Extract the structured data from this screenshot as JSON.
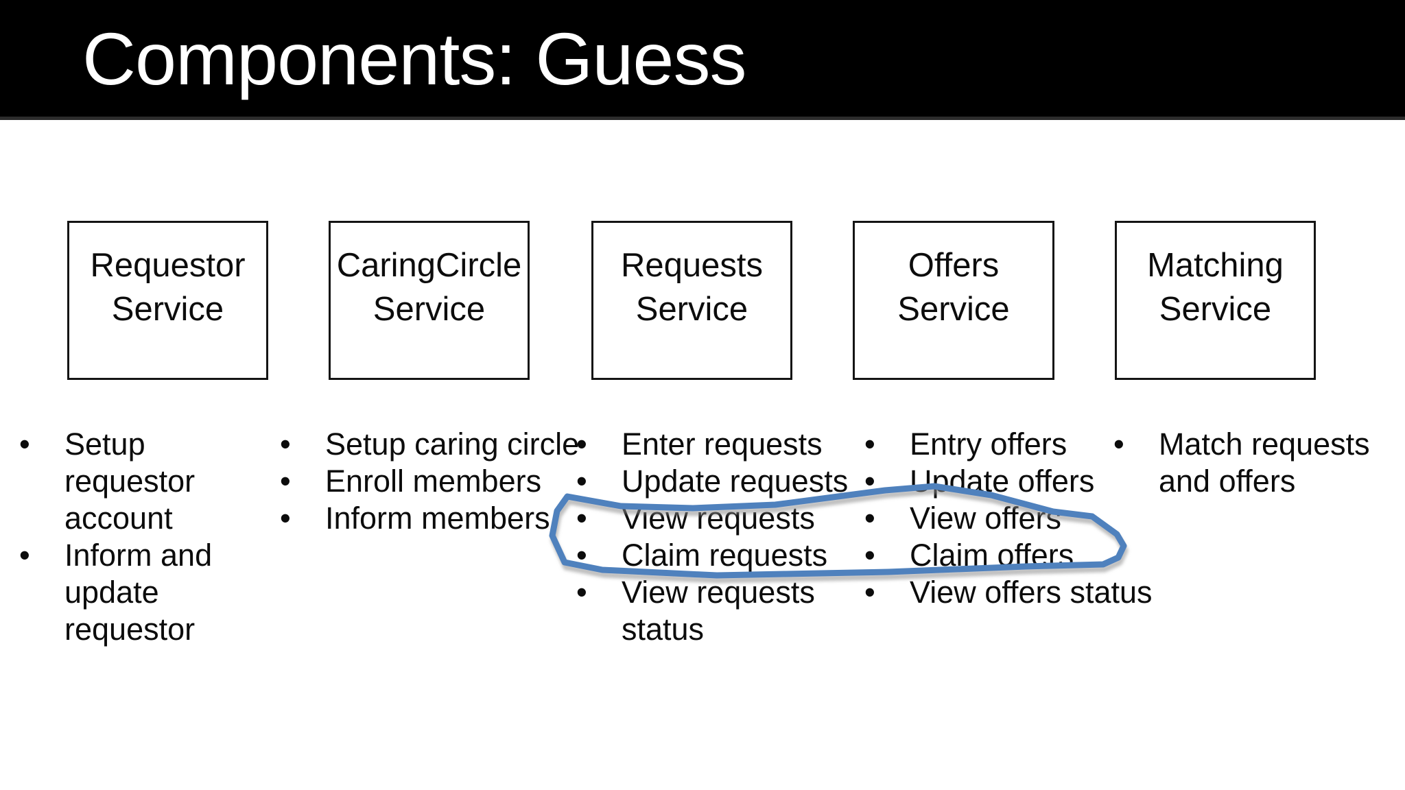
{
  "slide": {
    "title": "Components: Guess",
    "bullet_glyph": "•",
    "colors": {
      "header_background": "#000000",
      "title_text": "#ffffff",
      "box_border": "#141414",
      "body_text": "#0c0c0c",
      "ink_annotation": "#4f81bd"
    },
    "services": [
      {
        "name": [
          "Requestor",
          "Service"
        ],
        "bullets": [
          [
            "Setup requestor",
            "account"
          ],
          [
            "Inform and",
            "update requestor"
          ]
        ]
      },
      {
        "name": [
          "CaringCircle",
          "Service"
        ],
        "bullets": [
          [
            "Setup caring circle"
          ],
          [
            "Enroll members"
          ],
          [
            "Inform members"
          ]
        ]
      },
      {
        "name": [
          "Requests",
          "Service"
        ],
        "bullets": [
          [
            "Enter requests"
          ],
          [
            "Update requests"
          ],
          [
            "View requests"
          ],
          [
            "Claim requests"
          ],
          [
            "View requests",
            "status"
          ]
        ]
      },
      {
        "name": [
          "Offers",
          "Service"
        ],
        "bullets": [
          [
            "Entry offers"
          ],
          [
            "Update offers"
          ],
          [
            "View offers"
          ],
          [
            "Claim offers"
          ],
          [
            "View offers status"
          ]
        ]
      },
      {
        "name": [
          "Matching",
          "Service"
        ],
        "bullets": [
          [
            "Match requests",
            "and offers"
          ]
        ]
      }
    ]
  }
}
